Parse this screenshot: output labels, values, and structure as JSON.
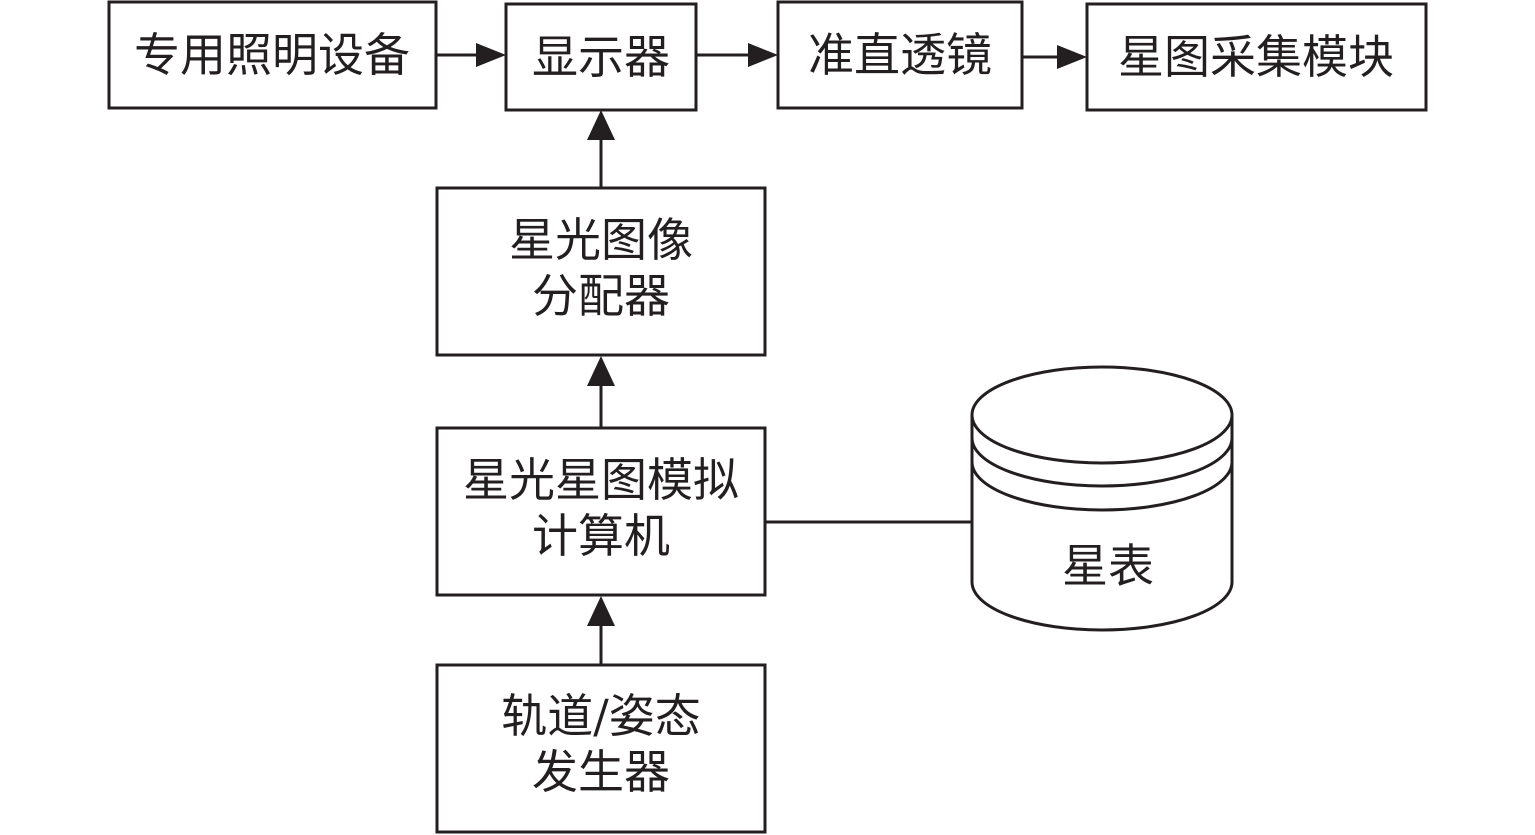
{
  "diagram": {
    "type": "block-diagram",
    "nodes": {
      "lighting": {
        "label": "专用照明设备"
      },
      "display": {
        "label": "显示器"
      },
      "collimator": {
        "label": "准直透镜"
      },
      "capture": {
        "label": "星图采集模块"
      },
      "distributor": {
        "line1": "星光图像",
        "line2": "分配器"
      },
      "simulator": {
        "line1": "星光星图模拟",
        "line2": "计算机"
      },
      "generator": {
        "line1": "轨道/姿态",
        "line2": "发生器"
      },
      "catalog": {
        "label": "星表",
        "shape": "database-cylinder"
      }
    },
    "edges": [
      {
        "from": "lighting",
        "to": "display",
        "arrow": true
      },
      {
        "from": "display",
        "to": "collimator",
        "arrow": true
      },
      {
        "from": "collimator",
        "to": "capture",
        "arrow": true
      },
      {
        "from": "distributor",
        "to": "display",
        "arrow": true
      },
      {
        "from": "simulator",
        "to": "distributor",
        "arrow": true
      },
      {
        "from": "generator",
        "to": "simulator",
        "arrow": true
      },
      {
        "from": "simulator",
        "to": "catalog",
        "arrow": false
      }
    ],
    "colors": {
      "stroke": "#231f20",
      "background": "#ffffff"
    }
  }
}
